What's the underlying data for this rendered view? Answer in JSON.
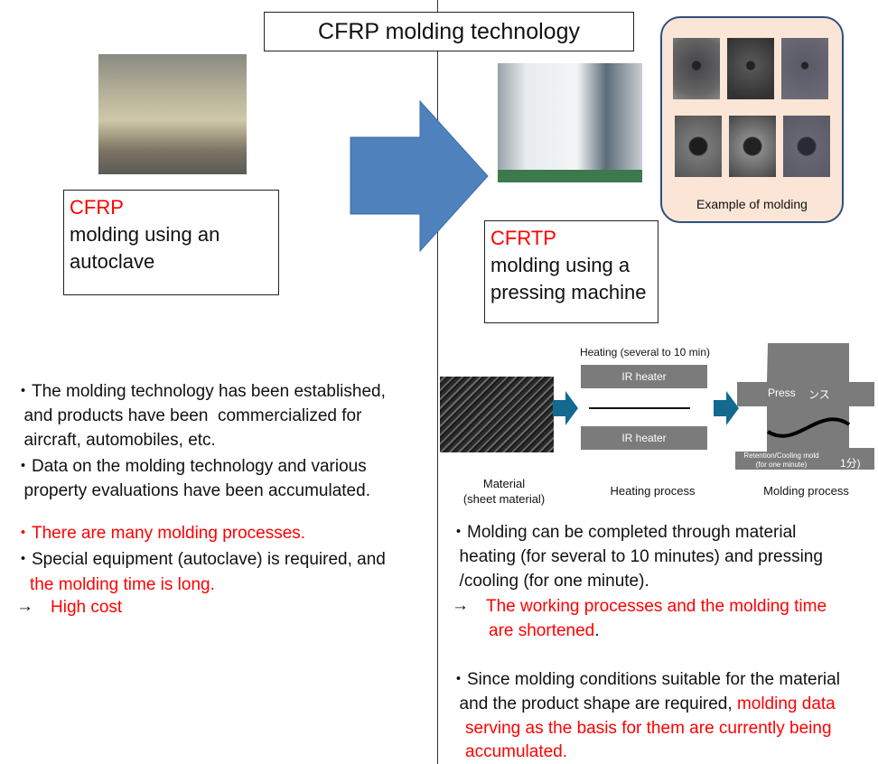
{
  "title": "CFRP molding technology",
  "left": {
    "box": {
      "heading": "CFRP",
      "line1": "molding using an",
      "line2": "autoclave"
    },
    "bullets": [
      [
        "・The molding technology has been established,",
        "  and products have been  commercialized for",
        "  aircraft, automobiles, etc."
      ],
      [
        "・Data on the molding technology and various",
        "  property evaluations have been accumulated."
      ]
    ],
    "red_bullet": "・There are many molding processes.",
    "special_1": "・Special equipment (autoclave) is required, and",
    "special_2_red": "the molding time is long.",
    "arrow": "→",
    "result_red": "High cost"
  },
  "right": {
    "box": {
      "heading": "CFRTP",
      "line1": "molding using a",
      "line2": "pressing machine"
    },
    "example_caption": "Example of molding",
    "process": {
      "heating_label": "Heating (several to 10 min)",
      "ir_top": "IR heater",
      "ir_bottom": "IR heater",
      "press": "Press",
      "press_jp": "ンス",
      "mold": "Retention/Cooling mold",
      "mold_time": "(for one minute)",
      "mold_jp": "1分)",
      "caption_material_1": "Material",
      "caption_material_2": "(sheet material)",
      "caption_heating": "Heating process",
      "caption_molding": "Molding process"
    },
    "p1": [
      "・Molding can be completed through material",
      "  heating (for several to 10 minutes) and pressing",
      "  /cooling (for one minute)."
    ],
    "arrow": "→",
    "p1_result_red": [
      "The working processes and the molding time",
      "are shortened"
    ],
    "period": ".",
    "p2_1": "・Since molding conditions suitable for the  material",
    "p2_2": "  and the product shape are required,",
    "p2_2_red": "molding data",
    "p2_red": [
      "serving as the basis for them are currently being",
      "accumulated."
    ]
  },
  "colors": {
    "red": "#ff0000",
    "arrow_blue": "#4f81bd",
    "process_arrow": "#13698f",
    "example_border": "#2f4f80",
    "example_bg": "#fbe5d6"
  }
}
